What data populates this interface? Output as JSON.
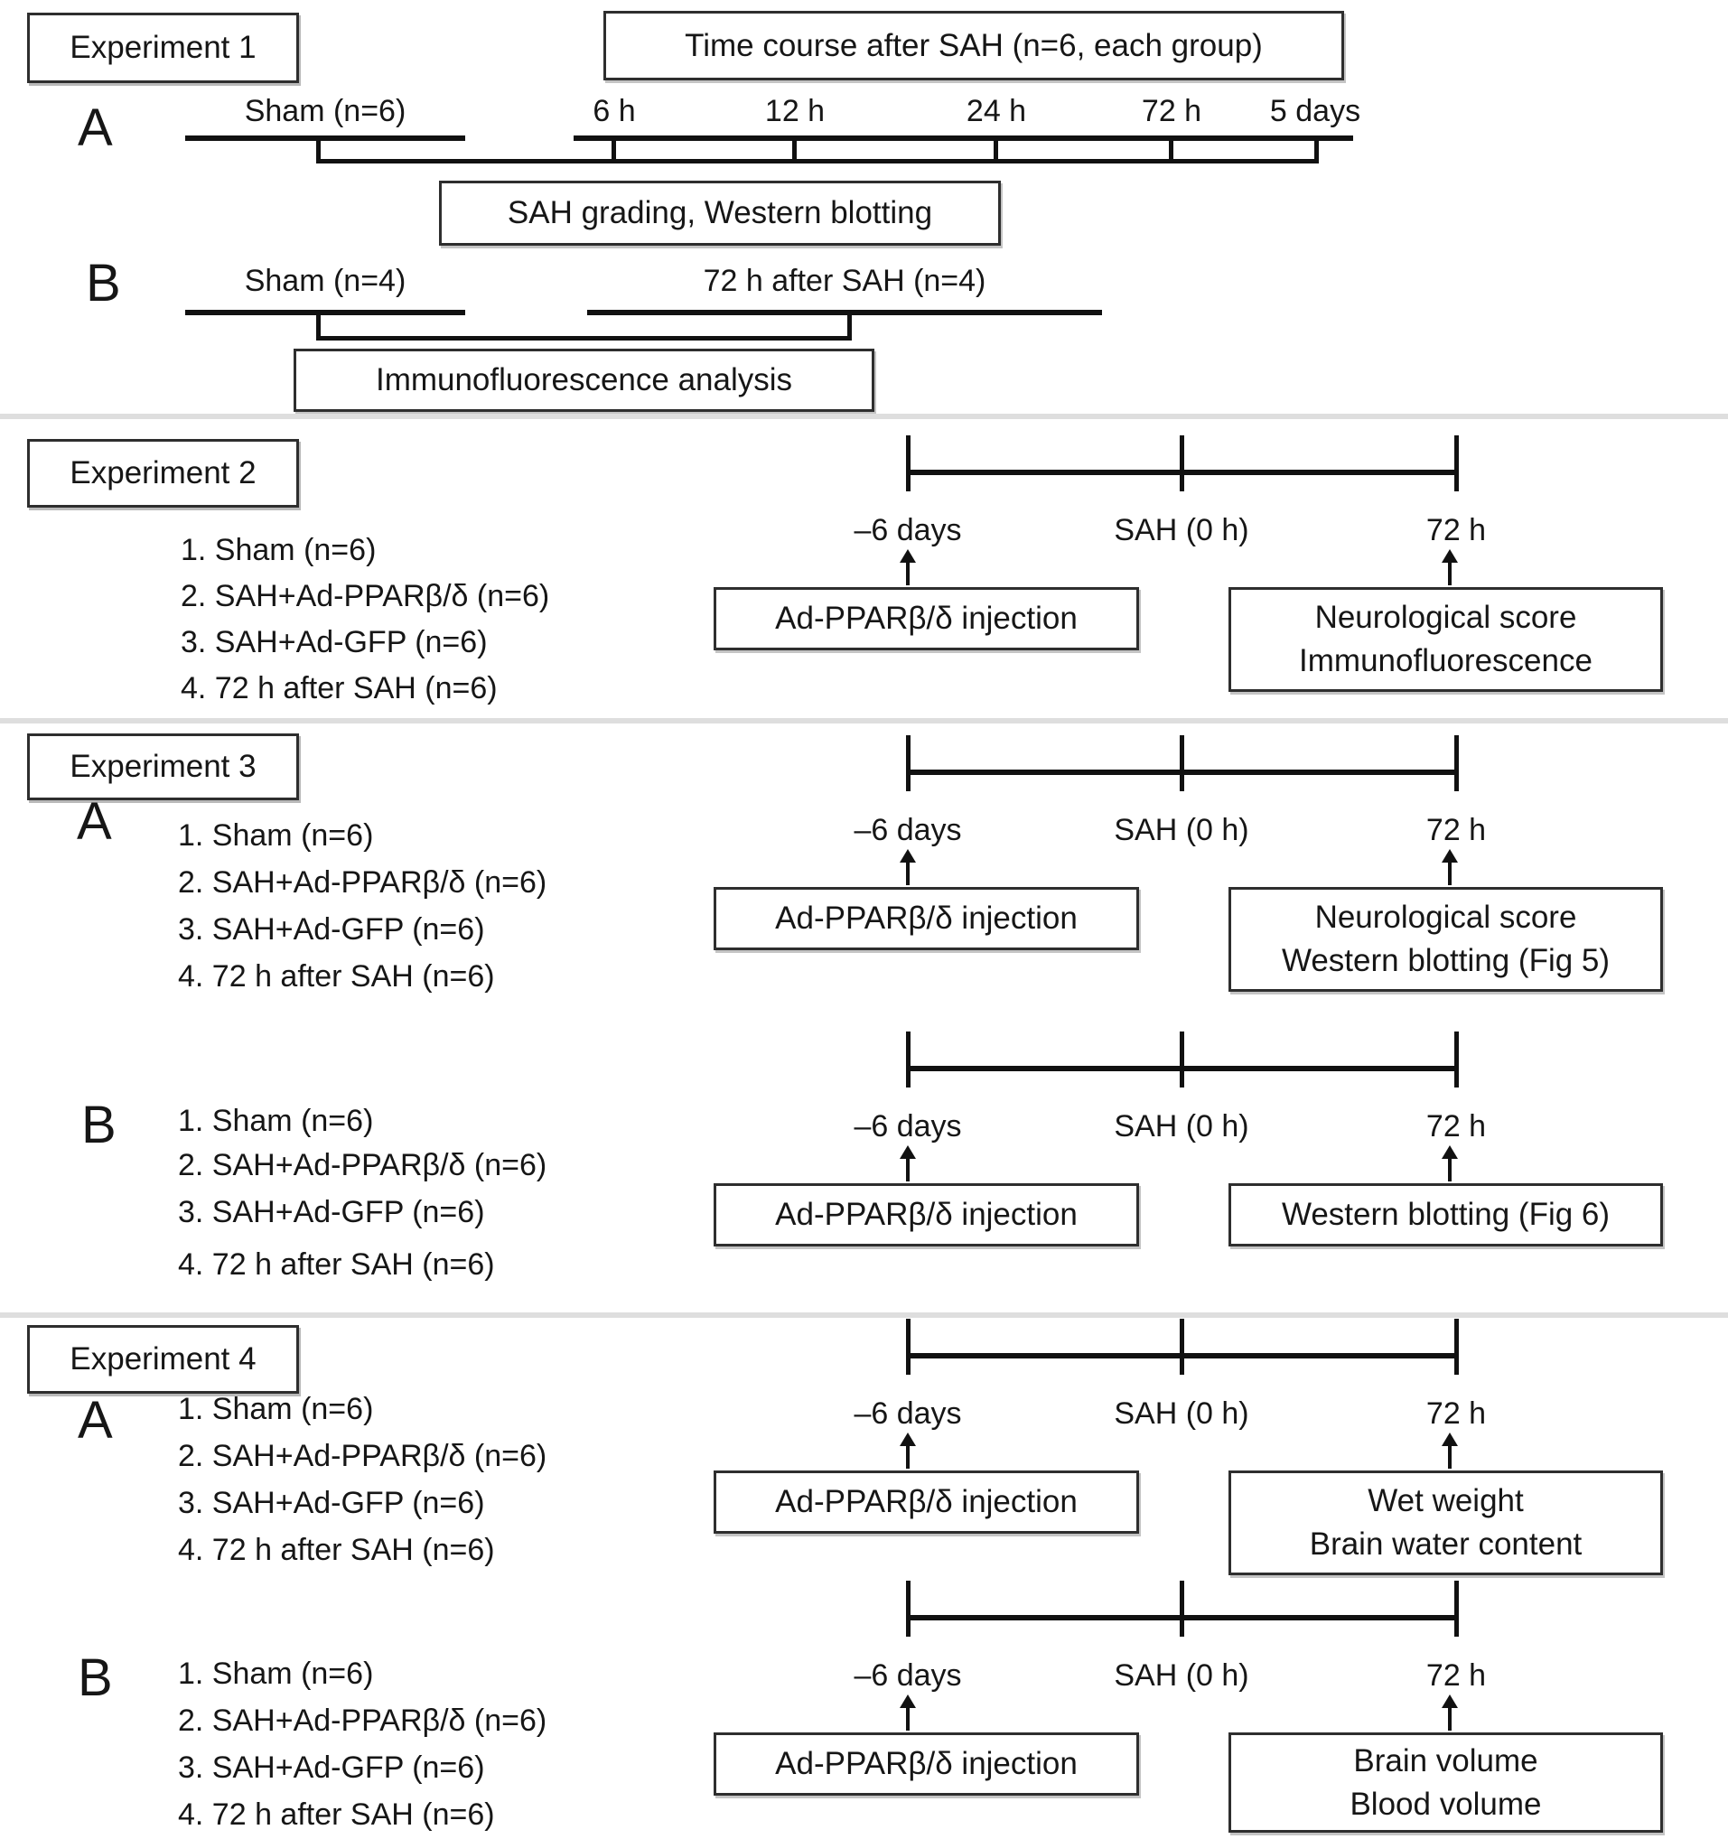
{
  "experiment1": {
    "title": "Experiment 1",
    "a": {
      "label": "A",
      "timecourse_box": "Time course after SAH (n=6, each group)",
      "sham_label": "Sham (n=6)",
      "ticks": [
        "6 h",
        "12 h",
        "24 h",
        "72 h",
        "5 days"
      ],
      "outcome_box": "SAH grading, Western blotting"
    },
    "b": {
      "label": "B",
      "sham_label": "Sham (n=4)",
      "sah_label": "72 h after SAH (n=4)",
      "outcome_box": "Immunofluorescence analysis"
    }
  },
  "experiment2": {
    "title": "Experiment 2",
    "groups": [
      "1. Sham (n=6)",
      "2. SAH+Ad-PPARβ/δ (n=6)",
      "3. SAH+Ad-GFP (n=6)",
      "4. 72 h after SAH (n=6)"
    ],
    "timeline": {
      "start": "–6 days",
      "event": "SAH (0 h)",
      "end": "72 h"
    },
    "injection_box": "Ad-PPARβ/δ injection",
    "outcome_lines": [
      "Neurological score",
      "Immunofluorescence"
    ]
  },
  "experiment3": {
    "title": "Experiment 3",
    "a": {
      "label": "A",
      "groups": [
        "1. Sham (n=6)",
        "2. SAH+Ad-PPARβ/δ (n=6)",
        "3. SAH+Ad-GFP (n=6)",
        "4. 72 h after SAH (n=6)"
      ],
      "timeline": {
        "start": "–6 days",
        "event": "SAH (0 h)",
        "end": "72 h"
      },
      "injection_box": "Ad-PPARβ/δ injection",
      "outcome_lines": [
        "Neurological score",
        "Western blotting (Fig 5)"
      ]
    },
    "b": {
      "label": "B",
      "groups": [
        "1. Sham (n=6)",
        "2. SAH+Ad-PPARβ/δ (n=6)",
        "3. SAH+Ad-GFP (n=6)",
        "4. 72 h after SAH (n=6)"
      ],
      "timeline": {
        "start": "–6 days",
        "event": "SAH (0 h)",
        "end": "72 h"
      },
      "injection_box": "Ad-PPARβ/δ injection",
      "outcome_lines": [
        "Western blotting (Fig 6)"
      ]
    }
  },
  "experiment4": {
    "title": "Experiment 4",
    "a": {
      "label": "A",
      "groups": [
        "1. Sham (n=6)",
        "2. SAH+Ad-PPARβ/δ (n=6)",
        "3. SAH+Ad-GFP (n=6)",
        "4. 72 h after SAH (n=6)"
      ],
      "timeline": {
        "start": "–6 days",
        "event": "SAH (0 h)",
        "end": "72 h"
      },
      "injection_box": "Ad-PPARβ/δ injection",
      "outcome_lines": [
        "Wet weight",
        "Brain water content"
      ]
    },
    "b": {
      "label": "B",
      "groups": [
        "1. Sham (n=6)",
        "2. SAH+Ad-PPARβ/δ (n=6)",
        "3. SAH+Ad-GFP (n=6)",
        "4. 72 h after SAH (n=6)"
      ],
      "timeline": {
        "start": "–6 days",
        "event": "SAH (0 h)",
        "end": "72 h"
      },
      "injection_box": "Ad-PPARβ/δ injection",
      "outcome_lines": [
        "Brain volume",
        "Blood volume"
      ]
    }
  }
}
